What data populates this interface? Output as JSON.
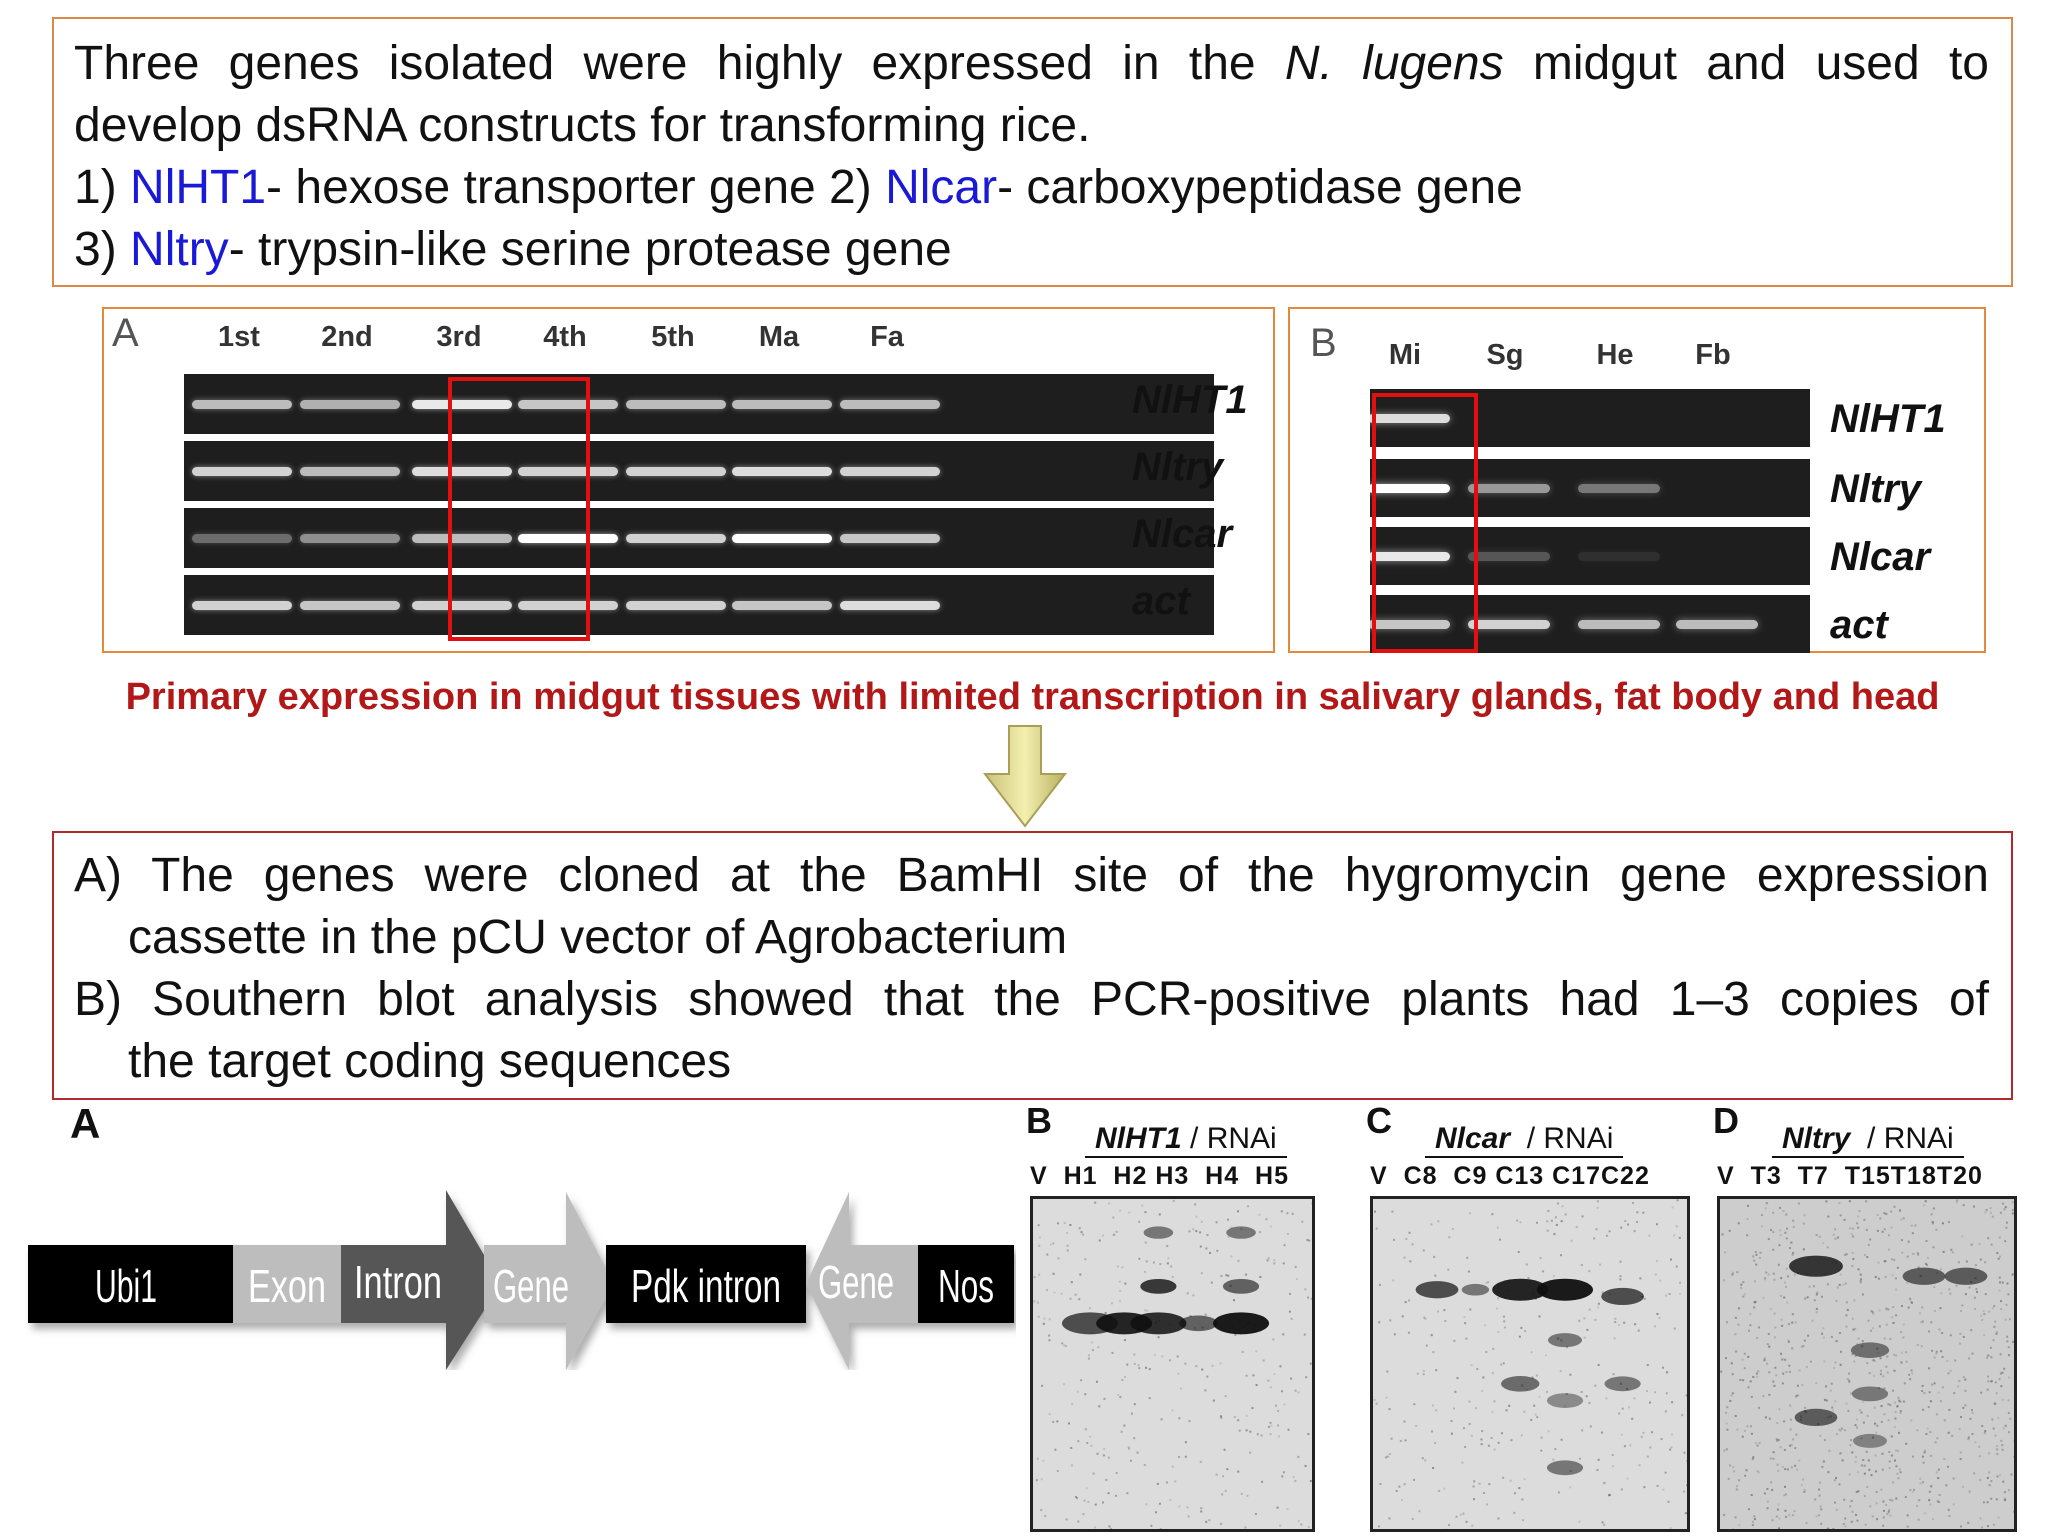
{
  "intro": {
    "line1_a": "Three genes isolated were highly expressed in the",
    "line1_species": "N. lugens",
    "line1_b": "midgut and used to",
    "line2": "develop dsRNA constructs for transforming rice.",
    "line3_num": "1)",
    "gene1": "NlHT1",
    "gene1_desc": "- hexose transporter gene 2)",
    "gene2": "Nlcar",
    "gene2_desc": "- carboxypeptidase gene",
    "line4_num": "3)",
    "gene3": "Nltry",
    "gene3_desc": "- trypsin-like serine protease gene"
  },
  "gel_a": {
    "letter": "A",
    "lanes": [
      "1st",
      "2nd",
      "3rd",
      "4th",
      "5th",
      "Ma",
      "Fa"
    ],
    "genes": [
      "NlHT1",
      "Nltry",
      "Nlcar",
      "act"
    ]
  },
  "gel_b": {
    "letter": "B",
    "lanes": [
      "Mi",
      "Sg",
      "He",
      "Fb"
    ],
    "genes": [
      "NlHT1",
      "Nltry",
      "Nlcar",
      "act"
    ]
  },
  "summary": "Primary expression in midgut tissues with limited transcription in salivary glands, fat body and head",
  "methods": {
    "a_line1": "A) The genes were cloned at the BamHI site of the hygromycin gene expression",
    "a_line2": "cassette in the pCU vector of Agrobacterium",
    "b_line1": "B) Southern blot analysis showed that the PCR-positive plants had 1–3 copies of",
    "b_line2": "the target coding sequences"
  },
  "construct": {
    "letter": "A",
    "segments": [
      "Ubi1",
      "Exon",
      "Intron",
      "Gene",
      "Pdk intron",
      "Gene",
      "Nos"
    ]
  },
  "blots": [
    {
      "letter": "B",
      "gene": "NlHT1",
      "suffix": " / RNAi",
      "lanes": "V  H1  H2 H3  H4  H5"
    },
    {
      "letter": "C",
      "gene": "Nlcar",
      "suffix": "  / RNAi",
      "lanes": "V  C8  C9 C13 C17C22"
    },
    {
      "letter": "D",
      "gene": "Nltry",
      "suffix": "  / RNAi",
      "lanes": "V  T3  T7  T15T18T20"
    }
  ],
  "colors": {
    "gene_name": "#1a1ad6",
    "summary": "#b21818",
    "highlight": "#e01010"
  }
}
